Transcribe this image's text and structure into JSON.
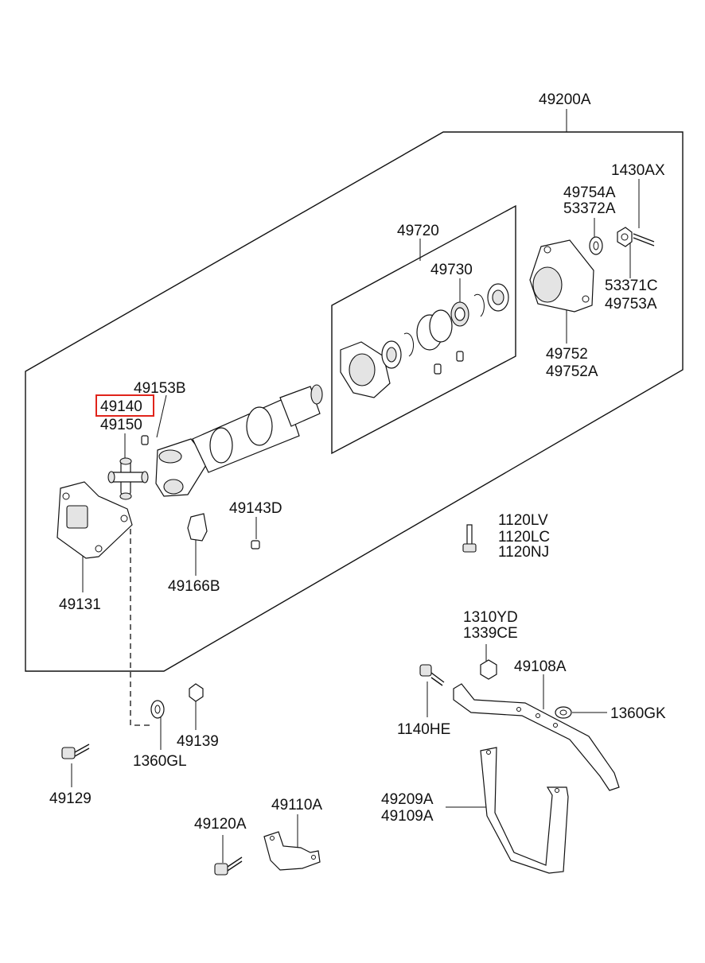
{
  "highlight_color": "#e0241b",
  "labels": {
    "l49200a": "49200A",
    "l1430ax": "1430AX",
    "l49754a": "49754A",
    "l53372a": "53372A",
    "l49720": "49720",
    "l49730": "49730",
    "l53371c": "53371C",
    "l49753a": "49753A",
    "l49752": "49752",
    "l49752a": "49752A",
    "l49153b": "49153B",
    "l49140": "49140",
    "l49150": "49150",
    "l49143d": "49143D",
    "l1120lv": "1120LV",
    "l1120lc": "1120LC",
    "l1120nj": "1120NJ",
    "l49166b": "49166B",
    "l49131": "49131",
    "l1310yd": "1310YD",
    "l1339ce": "1339CE",
    "l49108a": "49108A",
    "l1360gk": "1360GK",
    "l1140he": "1140HE",
    "l49139": "49139",
    "l1360gl": "1360GL",
    "l49129": "49129",
    "l49209a": "49209A",
    "l49109a": "49109A",
    "l49120a": "49120A",
    "l49110a": "49110A"
  }
}
